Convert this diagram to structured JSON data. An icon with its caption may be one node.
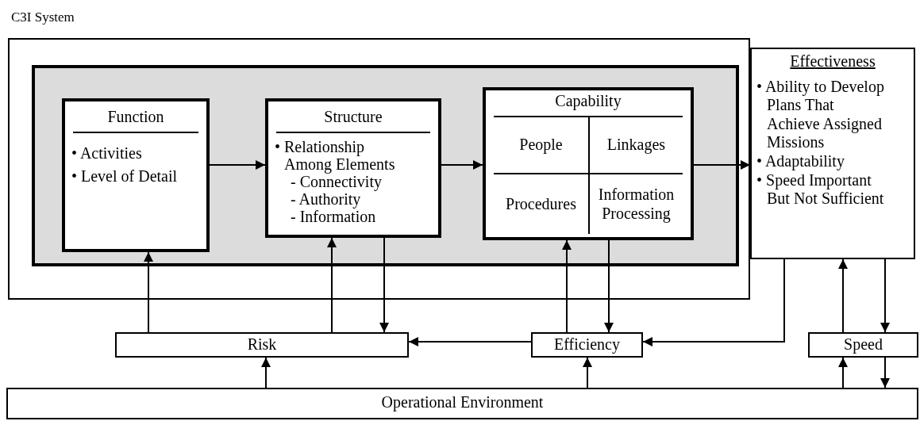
{
  "diagram": {
    "nodes": [
      {
        "text": [
          "C3I System"
        ]
      },
      {
        "text": [],
        "shape": "box",
        "in": 0
      },
      {
        "text": [
          "Function",
          "• Activities",
          "• Level of Detail"
        ],
        "in": 1
      },
      {
        "text": [
          "Structure",
          "• Relationship Among Elements",
          "- Connectivity",
          "- Authority",
          "- Information"
        ],
        "in": 1
      },
      {
        "text": [
          "Capability",
          "People",
          "Linkages",
          "Procedures",
          "Information Processing"
        ],
        "in": 1
      },
      {
        "text": [
          "Effectiveness",
          "• Ability to Develop Plans That Achieve Assigned Missions",
          "• Adaptability",
          "• Speed Important But Not Sufficient"
        ]
      },
      {
        "text": [
          "Risk"
        ]
      },
      {
        "text": [
          "Efficiency"
        ]
      },
      {
        "text": [
          "Speed"
        ]
      },
      {
        "text": [
          "Operational Environment"
        ]
      }
    ],
    "edges": [
      {
        "from": 2,
        "to": 3,
        "arrow": "to"
      },
      {
        "from": 3,
        "to": 4,
        "arrow": "to"
      },
      {
        "from": 4,
        "to": 5,
        "arrow": "to"
      },
      {
        "from": 6,
        "to": 2,
        "arrow": "to"
      },
      {
        "from": 6,
        "to": 3,
        "arrow": "to"
      },
      {
        "from": 3,
        "to": 6,
        "arrow": "to"
      },
      {
        "from": 7,
        "to": 4,
        "arrow": "to"
      },
      {
        "from": 4,
        "to": 7,
        "arrow": "to"
      },
      {
        "from": 5,
        "to": 7,
        "arrow": "to"
      },
      {
        "from": 7,
        "to": 6,
        "arrow": "to"
      },
      {
        "from": 8,
        "to": 5,
        "arrow": "to"
      },
      {
        "from": 5,
        "to": 8,
        "arrow": "to"
      },
      {
        "from": 9,
        "to": 6,
        "arrow": "to"
      },
      {
        "from": 9,
        "to": 7,
        "arrow": "to"
      },
      {
        "from": 9,
        "to": 8,
        "arrow": "to"
      },
      {
        "from": 8,
        "to": 9,
        "arrow": "to"
      }
    ]
  }
}
